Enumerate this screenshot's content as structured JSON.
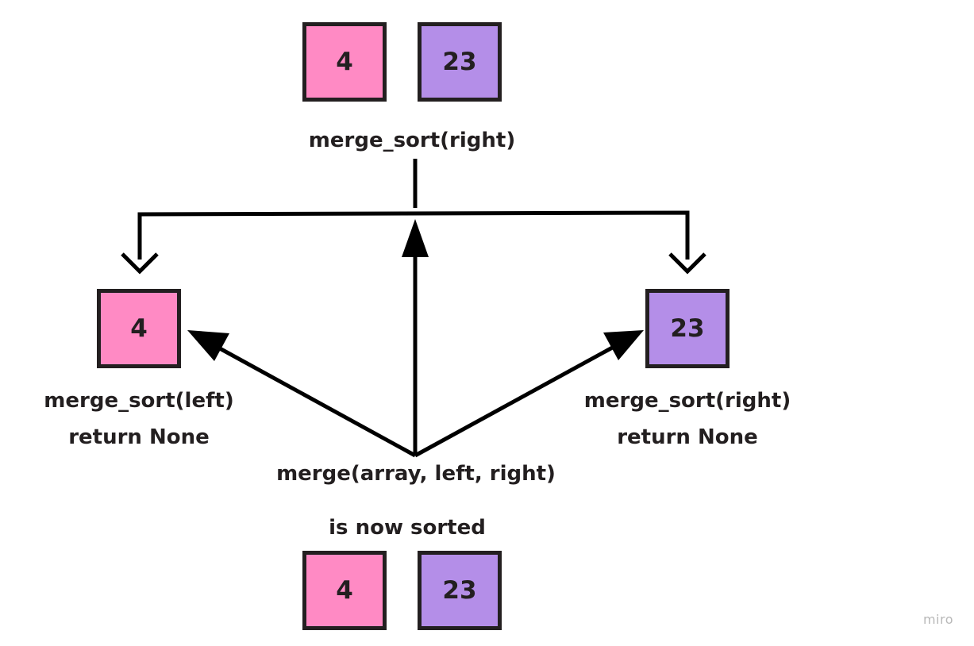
{
  "top_group": {
    "boxes": [
      {
        "value": "4",
        "color": "#ff8ac4"
      },
      {
        "value": "23",
        "color": "#b48ee8"
      }
    ],
    "caption": "merge_sort(right)"
  },
  "left_node": {
    "box": {
      "value": "4",
      "color": "#ff8ac4"
    },
    "caption_line1": "merge_sort(left)",
    "caption_line2": "return None"
  },
  "right_node": {
    "box": {
      "value": "23",
      "color": "#b48ee8"
    },
    "caption_line1": "merge_sort(right)",
    "caption_line2": "return None"
  },
  "merge_caption": "merge(array, left, right)",
  "bottom_group": {
    "caption": "is now sorted",
    "boxes": [
      {
        "value": "4",
        "color": "#ff8ac4"
      },
      {
        "value": "23",
        "color": "#b48ee8"
      }
    ]
  },
  "watermark": "miro"
}
